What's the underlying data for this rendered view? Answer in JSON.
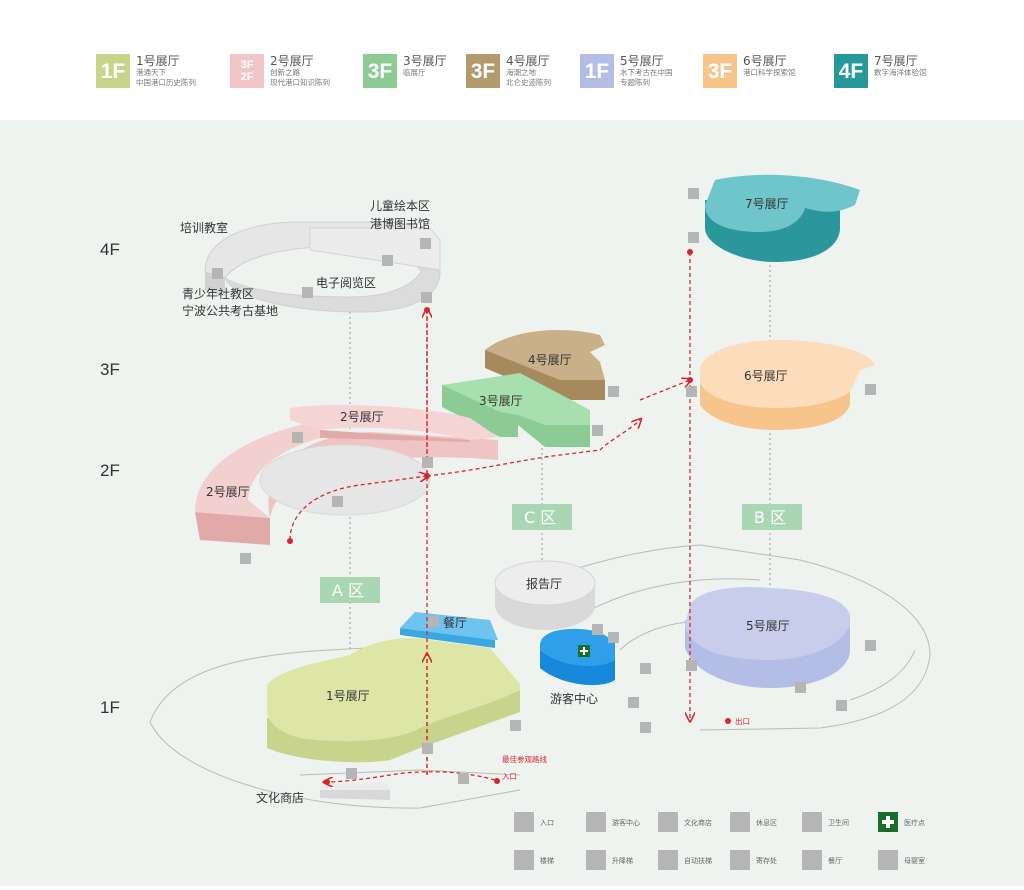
{
  "hall_legend": [
    {
      "badge": "1F",
      "name": "1号展厅",
      "desc": [
        "港通天下",
        "中国港口历史陈列"
      ],
      "color": "#c8d38c"
    },
    {
      "badge": "3F 2F",
      "name": "2号展厅",
      "desc": [
        "创新之路",
        "现代港口知识陈列"
      ],
      "color": "#f2c6c6"
    },
    {
      "badge": "3F",
      "name": "3号展厅",
      "desc": [
        "临展厅"
      ],
      "color": "#8ccc94"
    },
    {
      "badge": "3F",
      "name": "4号展厅",
      "desc": [
        "海潮之地",
        "北仑史迹陈列"
      ],
      "color": "#b3996b"
    },
    {
      "badge": "1F",
      "name": "5号展厅",
      "desc": [
        "水下考古在中国",
        "专题陈列"
      ],
      "color": "#b4bde6"
    },
    {
      "badge": "3F",
      "name": "6号展厅",
      "desc": [
        "港口科学探索馆"
      ],
      "color": "#f7c48c"
    },
    {
      "badge": "4F",
      "name": "7号展厅",
      "desc": [
        "数字海洋体验馆"
      ],
      "color": "#27999b"
    }
  ],
  "floors": [
    "4F",
    "3F",
    "2F",
    "1F"
  ],
  "zones": {
    "a": "A 区",
    "b": "B 区",
    "c": "C 区"
  },
  "map": {
    "colors": {
      "hall1": "#dde6a4",
      "hall2": "#efc4c4",
      "hall3": "#a8dfae",
      "hall4": "#c9b089",
      "hall5": "#c9cdec",
      "hall6": "#fbd9b4",
      "hall7": "#4fb8c0",
      "dining": "#6ec3ef",
      "visitor": "#2e9fe8",
      "grey": "#e2e2e2",
      "route": "#d8242d",
      "zone": "#a9d7b4"
    },
    "labels": {
      "hall1": "1号展厅",
      "hall2a": "2号展厅",
      "hall2b": "2号展厅",
      "hall3": "3号展厅",
      "hall4": "4号展厅",
      "hall5": "5号展厅",
      "hall6": "6号展厅",
      "hall7": "7号展厅",
      "report": "报告厅",
      "dining": "餐厅",
      "visitor": "游客中心",
      "shop": "文化商店",
      "training": "培训教室",
      "youth_1": "青少年社教区",
      "youth_2": "宁波公共考古基地",
      "kids_1": "儿童绘本区",
      "kids_2": "港博图书馆",
      "reading": "电子阅览区"
    },
    "route": {
      "title": "最佳参观路线",
      "entrance": "入口",
      "exit": "出口"
    }
  },
  "facility_legend": [
    {
      "icon": "entrance-icon",
      "label": "入口"
    },
    {
      "icon": "info-icon",
      "label": "游客中心"
    },
    {
      "icon": "shop-icon",
      "label": "文化商店"
    },
    {
      "icon": "rest-area-icon",
      "label": "休息区"
    },
    {
      "icon": "restroom-icon",
      "label": "卫生间"
    },
    {
      "icon": "medical-icon",
      "label": "医疗点"
    },
    {
      "icon": "stairs-icon",
      "label": "楼梯"
    },
    {
      "icon": "elevator-icon",
      "label": "升降梯"
    },
    {
      "icon": "escalator-icon",
      "label": "自动扶梯"
    },
    {
      "icon": "locker-icon",
      "label": "寄存处"
    },
    {
      "icon": "restaurant-icon",
      "label": "餐厅"
    },
    {
      "icon": "nursery-icon",
      "label": "母婴室"
    }
  ]
}
